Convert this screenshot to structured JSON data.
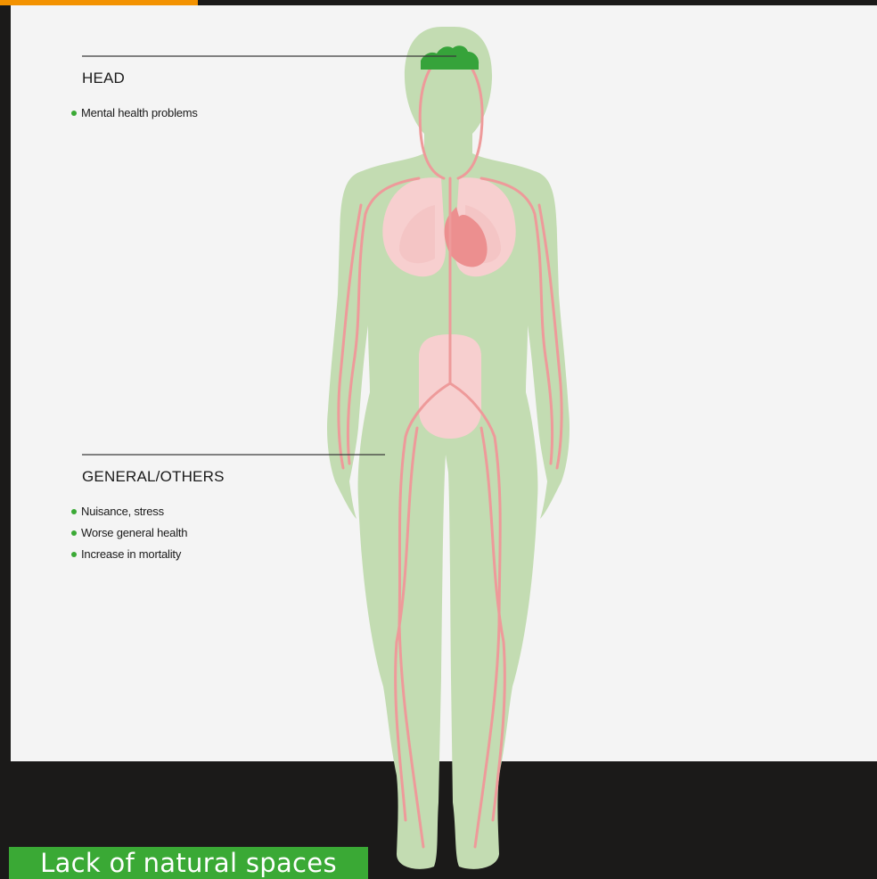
{
  "colors": {
    "accent_orange": "#f39200",
    "brand_green": "#3aa935",
    "body_green": "#c3dcb2",
    "organ_pink": "#f7cfcf",
    "vessel_red": "#ee9a9a",
    "heart_red": "#ec8f8f",
    "brain_green": "#36a33a",
    "panel_background": "#f4f4f4",
    "floor_black": "#1b1a19"
  },
  "sections": {
    "head": {
      "title": "HEAD",
      "items": [
        "Mental health problems"
      ]
    },
    "general": {
      "title": "GENERAL/OTHERS",
      "items": [
        "Nuisance, stress",
        "Worse general health",
        "Increase in mortality"
      ]
    }
  },
  "banner": {
    "label": "Lack of natural spaces"
  }
}
